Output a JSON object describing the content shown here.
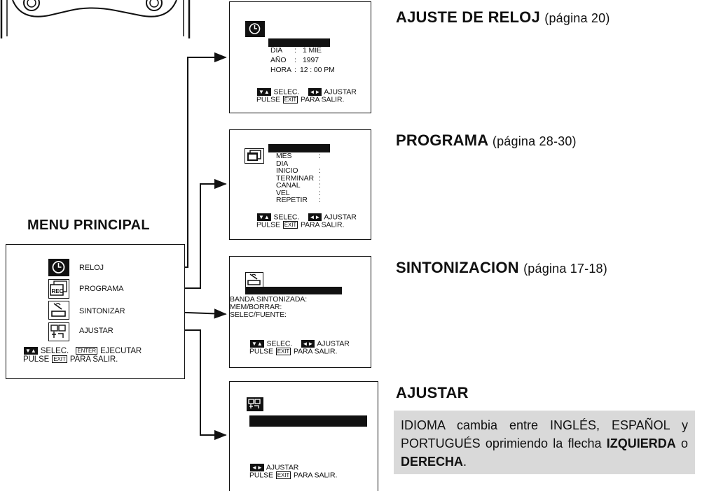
{
  "clock_screen": {
    "heading": "AJUSTE DE RELOJ",
    "page_ref": "(página 20)",
    "rows": [
      {
        "label": "DIA",
        "sep": ":",
        "value": "1 MIE"
      },
      {
        "label": "AÑO",
        "sep": ":",
        "value": "1997"
      },
      {
        "label": "HORA",
        "sep": ":",
        "value": "12 : 00 PM"
      }
    ],
    "select_key": "▼▲",
    "select_label": "SELEC.",
    "adjust_key": "◄►",
    "adjust_label": "AJUSTAR",
    "exit_prefix": "PULSE",
    "exit_key": "EXIT",
    "exit_suffix": "PARA SALIR."
  },
  "program_screen": {
    "heading": "PROGRAMA",
    "page_ref": "(página 28-30)",
    "fields": [
      "MES",
      "DIA",
      "INICIO",
      "TERMINAR",
      "CANAL",
      "VEL",
      "REPETIR"
    ],
    "sep": ":",
    "select_key": "▼▲",
    "select_label": "SELEC.",
    "adjust_key": "◄►",
    "adjust_label": "AJUSTAR",
    "exit_prefix": "PULSE",
    "exit_key": "EXIT",
    "exit_suffix": "PARA SALIR."
  },
  "tuning_screen": {
    "heading": "SINTONIZACION",
    "page_ref": "(página 17-18)",
    "lines": [
      "BANDA SINTONIZADA:",
      "MEM/BORRAR:",
      "SELEC/FUENTE:"
    ],
    "select_key": "▼▲",
    "select_label": "SELEC.",
    "adjust_key": "◄►",
    "adjust_label": "AJUSTAR",
    "exit_prefix": "PULSE",
    "exit_key": "EXIT",
    "exit_suffix": "PARA SALIR."
  },
  "adjust_screen": {
    "heading": "AJUSTAR",
    "adjust_key": "◄►",
    "adjust_label": "AJUSTAR",
    "exit_prefix": "PULSE",
    "exit_key": "EXIT",
    "exit_suffix": "PARA SALIR."
  },
  "note": {
    "part1": "IDIOMA cambia entre INGLÉS, ESPAÑOL y PORTUGUÉS oprimiendo la flecha ",
    "left_word": "IZQUIERDA",
    "connector": " o ",
    "right_word": "DERECHA",
    "end": "."
  },
  "main_menu": {
    "title": "MENU PRINCIPAL",
    "items": [
      {
        "label": "RELOJ",
        "icon": "clock-icon"
      },
      {
        "label": "PROGRAMA",
        "icon": "rec-icon",
        "icon_text": "REC"
      },
      {
        "label": "SINTONIZAR",
        "icon": "antenna-icon"
      },
      {
        "label": "AJUSTAR",
        "icon": "setup-icon"
      }
    ],
    "select_key": "▼▲",
    "select_label": "SELEC.",
    "enter_key": "ENTER",
    "enter_label": "EJECUTAR",
    "exit_prefix": "PULSE",
    "exit_key": "EXIT",
    "exit_suffix": "PARA SALIR."
  }
}
